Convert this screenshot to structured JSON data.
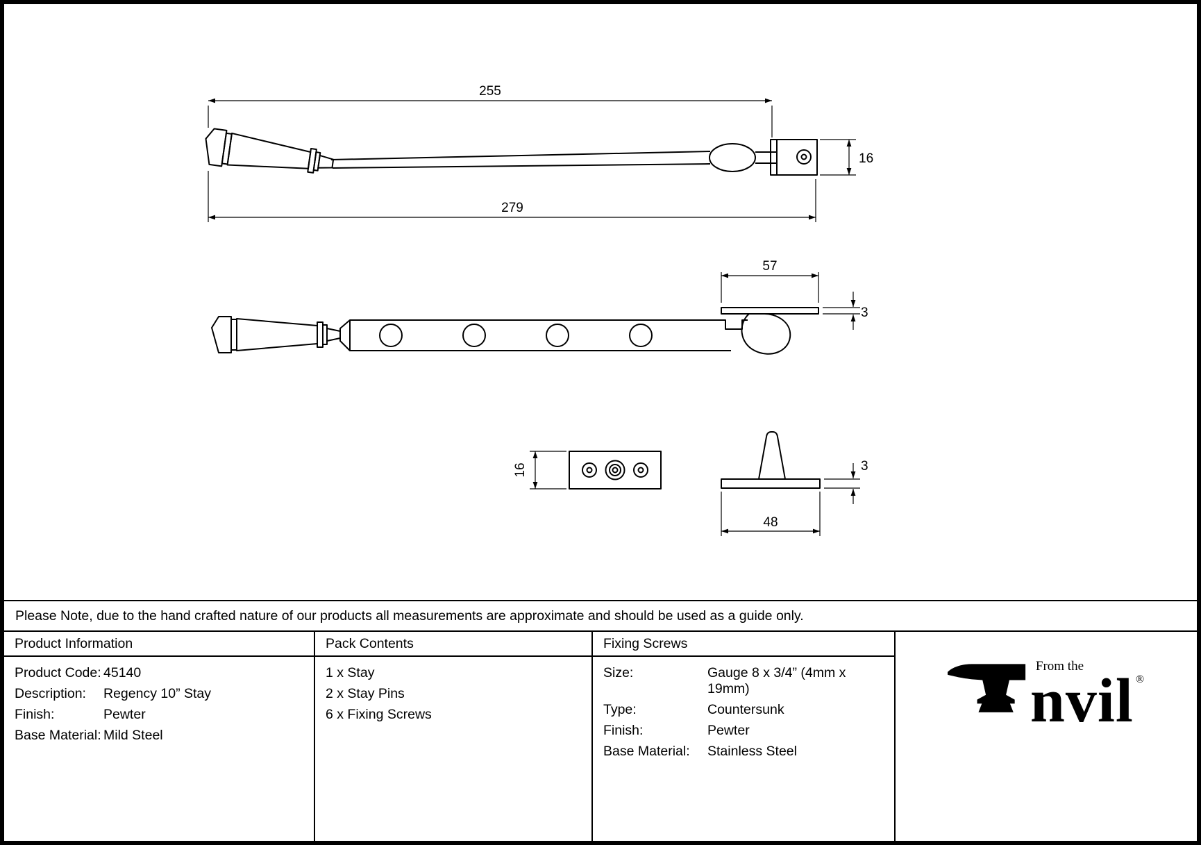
{
  "note": "Please Note, due to the hand crafted nature of our products all measurements are approximate and should be used as a guide only.",
  "dimensions": {
    "stay_arm_length": "255",
    "stay_total_length": "279",
    "stay_end_width": "16",
    "catch_plate_length": "57",
    "catch_plate_thickness": "3",
    "pin_plate_height": "16",
    "pin_base_thickness": "3",
    "pin_base_length": "48"
  },
  "table": {
    "product_info": {
      "header": "Product Information",
      "rows": [
        {
          "label": "Product Code:",
          "value": "45140"
        },
        {
          "label": "Description:",
          "value": "Regency 10” Stay"
        },
        {
          "label": "Finish:",
          "value": "Pewter"
        },
        {
          "label": "Base Material:",
          "value": "Mild Steel"
        }
      ]
    },
    "pack_contents": {
      "header": "Pack Contents",
      "items": [
        "1 x Stay",
        "2 x Stay Pins",
        "6 x Fixing Screws"
      ]
    },
    "fixing_screws": {
      "header": "Fixing Screws",
      "rows": [
        {
          "label": "Size:",
          "value": "Gauge 8 x 3/4” (4mm x 19mm)"
        },
        {
          "label": "Type:",
          "value": "Countersunk"
        },
        {
          "label": "Finish:",
          "value": "Pewter"
        },
        {
          "label": "Base Material:",
          "value": "Stainless Steel"
        }
      ]
    }
  },
  "logo": {
    "brand": "Anvil",
    "brand_suffix": "nvil",
    "tagline": "From the",
    "registered": "®"
  }
}
